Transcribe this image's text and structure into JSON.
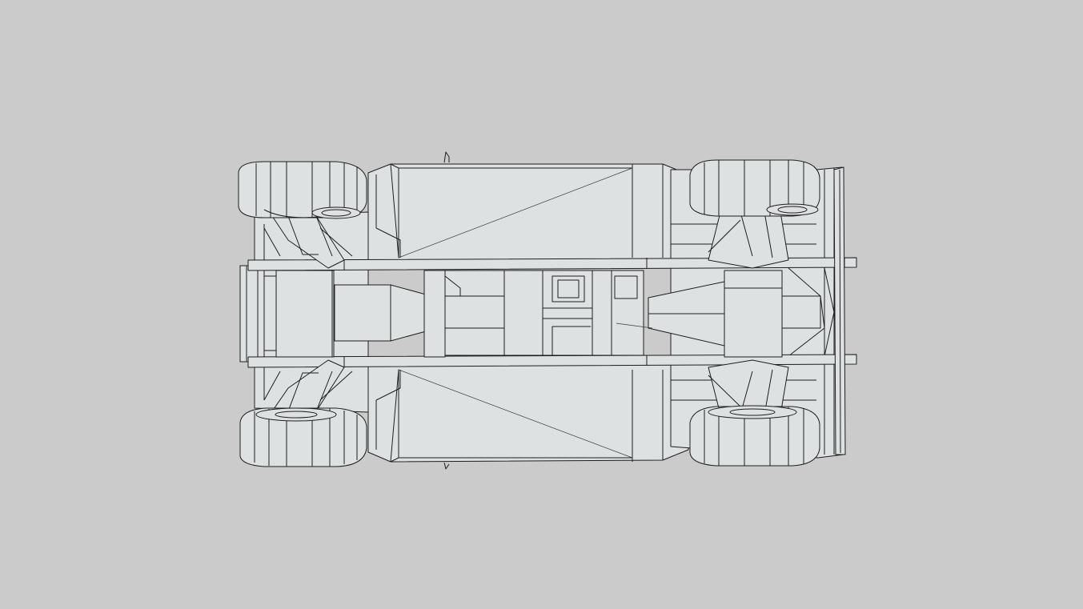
{
  "viewport": {
    "background_color": "#cbcbcb",
    "model_fill_color": "#dde1e2",
    "edge_color": "#1e1e1e"
  },
  "model": {
    "view": "bottom",
    "render_style": "wireframe-shaded",
    "subject": "car-chassis-underside"
  }
}
